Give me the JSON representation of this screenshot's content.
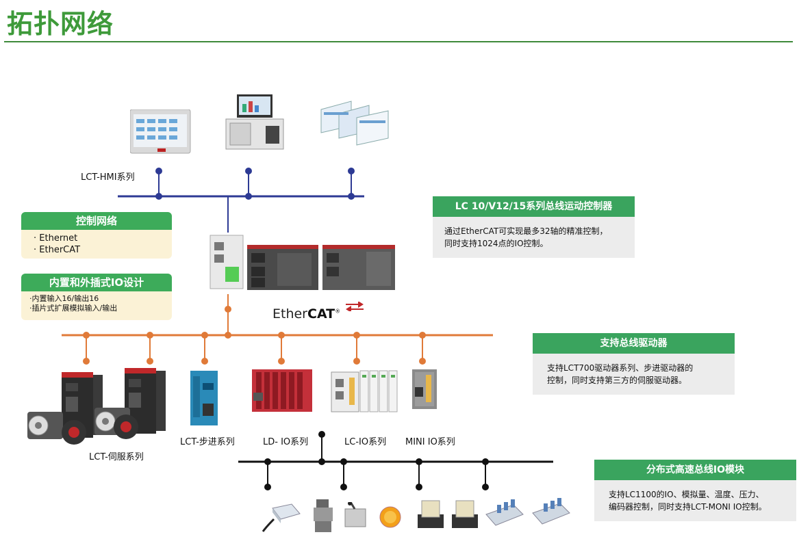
{
  "page": {
    "title": "拓扑网络"
  },
  "labels": {
    "hmi": "LCT-HMI系列",
    "servo": "LCT-伺服系列",
    "stepper": "LCT-步进系列",
    "ld_io": "LD-  IO系列",
    "lc_io": "LC-IO系列",
    "mini_io": "MINI IO系列"
  },
  "ethercat": {
    "prefix": "Ether",
    "suffix": "CAT",
    "mark": "®"
  },
  "cards": {
    "control_network": {
      "title": "控制网络",
      "items": [
        "·  Ethernet",
        "·  EtherCAT"
      ]
    },
    "io_design": {
      "title": "内置和外插式IO设计",
      "items": [
        "·内置输入16/输出16",
        "·插片式扩展模拟输入/输出"
      ]
    }
  },
  "boxes": {
    "controller": {
      "title": "LC 10/V12/15系列总线运动控制器",
      "lines": [
        "通过EtherCAT可实现最多32轴的精准控制，",
        "同时支持1024点的IO控制。"
      ]
    },
    "drives": {
      "title": "支持总线驱动器",
      "lines": [
        "支持LCT700驱动器系列、步进驱动器的",
        "控制，同时支持第三方的伺服驱动器。"
      ]
    },
    "dist_io": {
      "title": "分布式高速总线IO模块",
      "lines": [
        "支持LC1100的IO、模拟量、温度、压力、",
        "编码器控制，同时支持LCT-MONI IO控制。"
      ]
    }
  },
  "colors": {
    "title_green": "#3e9a3a",
    "card_green": "#3dab5a",
    "blue_bus": "#2d3a94",
    "orange_bus": "#e07a38",
    "black_bus": "#111111"
  }
}
